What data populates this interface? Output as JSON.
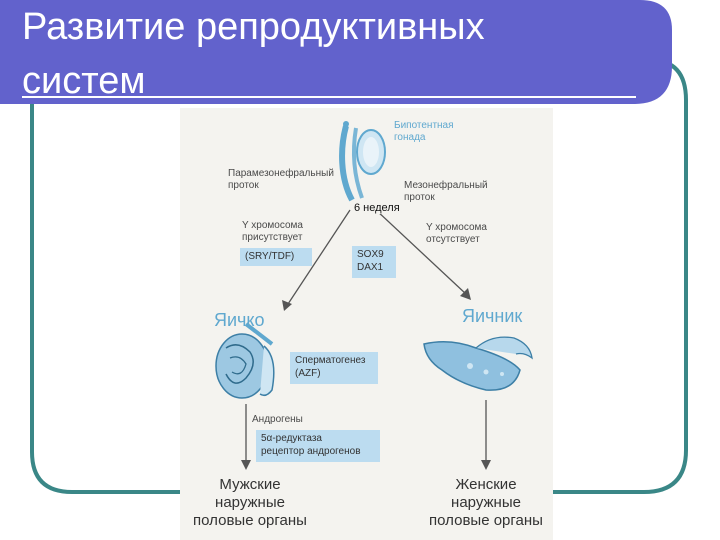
{
  "slide": {
    "title_line1": "Развитие репродуктивных",
    "title_line2": "систем",
    "colors": {
      "frame_blue": "#6262cc",
      "frame_border": "#3a8787",
      "diagram_blue": "#5fa8cf",
      "box_fill": "#bcdcf0"
    }
  },
  "diagram": {
    "bipotent_gonad": "Бипотентная\nгонада",
    "paramesonephric_duct": "Парамезонефральный\nпроток",
    "mesonephric_duct": "Мезонефральный\nпроток",
    "week": "6 неделя",
    "y_present": "Y хромосома\nприсутствует",
    "y_absent": "Y хромосома\nотсутствует",
    "sry_box": "(SRY/TDF)",
    "sox_box": "SOX9\nDAX1",
    "testis": "Яичко",
    "ovary": "Яичник",
    "spermatogenesis_box": "Сперматогенез\n(AZF)",
    "androgens": "Андрогены",
    "reductase_box": "5α-редуктаза\nрецептор андрогенов",
    "male_genitalia": "Мужские\nнаружные\nполовые органы",
    "female_genitalia": "Женские\nнаружные\nполовые органы"
  }
}
